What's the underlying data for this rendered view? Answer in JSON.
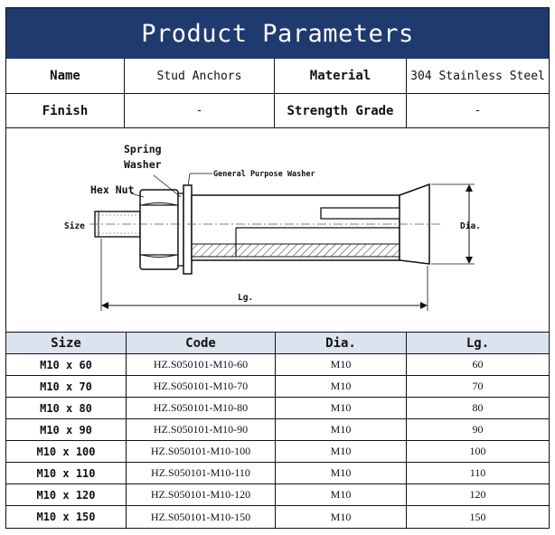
{
  "title": "Product Parameters",
  "info_rows": [
    {
      "label_1": "Name",
      "value_1": "Stud Anchors",
      "label_2": "Material",
      "value_2": "304 Stainless Steel"
    },
    {
      "label_1": "Finish",
      "value_1": "-",
      "label_2": "Strength Grade",
      "value_2": "-"
    }
  ],
  "diagram": {
    "spring_washer": "Spring",
    "spring_washer_2": "Washer",
    "general_washer": "General Purpose Washer",
    "hex_nut": "Hex Nut",
    "size": "Size",
    "dia": "Dia.",
    "lg": "Lg."
  },
  "table": {
    "headers": [
      "Size",
      "Code",
      "Dia.",
      "Lg."
    ],
    "rows": [
      [
        "M10 x 60",
        "HZ.S050101-M10-60",
        "M10",
        "60"
      ],
      [
        "M10 x 70",
        "HZ.S050101-M10-70",
        "M10",
        "70"
      ],
      [
        "M10 x 80",
        "HZ.S050101-M10-80",
        "M10",
        "80"
      ],
      [
        "M10 x 90",
        "HZ.S050101-M10-90",
        "M10",
        "90"
      ],
      [
        "M10 x 100",
        "HZ.S050101-M10-100",
        "M10",
        "100"
      ],
      [
        "M10 x 110",
        "HZ.S050101-M10-110",
        "M10",
        "110"
      ],
      [
        "M10 x 120",
        "HZ.S050101-M10-120",
        "M10",
        "120"
      ],
      [
        "M10 x 150",
        "HZ.S050101-M10-150",
        "M10",
        "150"
      ]
    ]
  },
  "colors": {
    "header_bg": "#1f3a6e",
    "table_header_bg": "#dbe3ef",
    "line": "#111111"
  }
}
